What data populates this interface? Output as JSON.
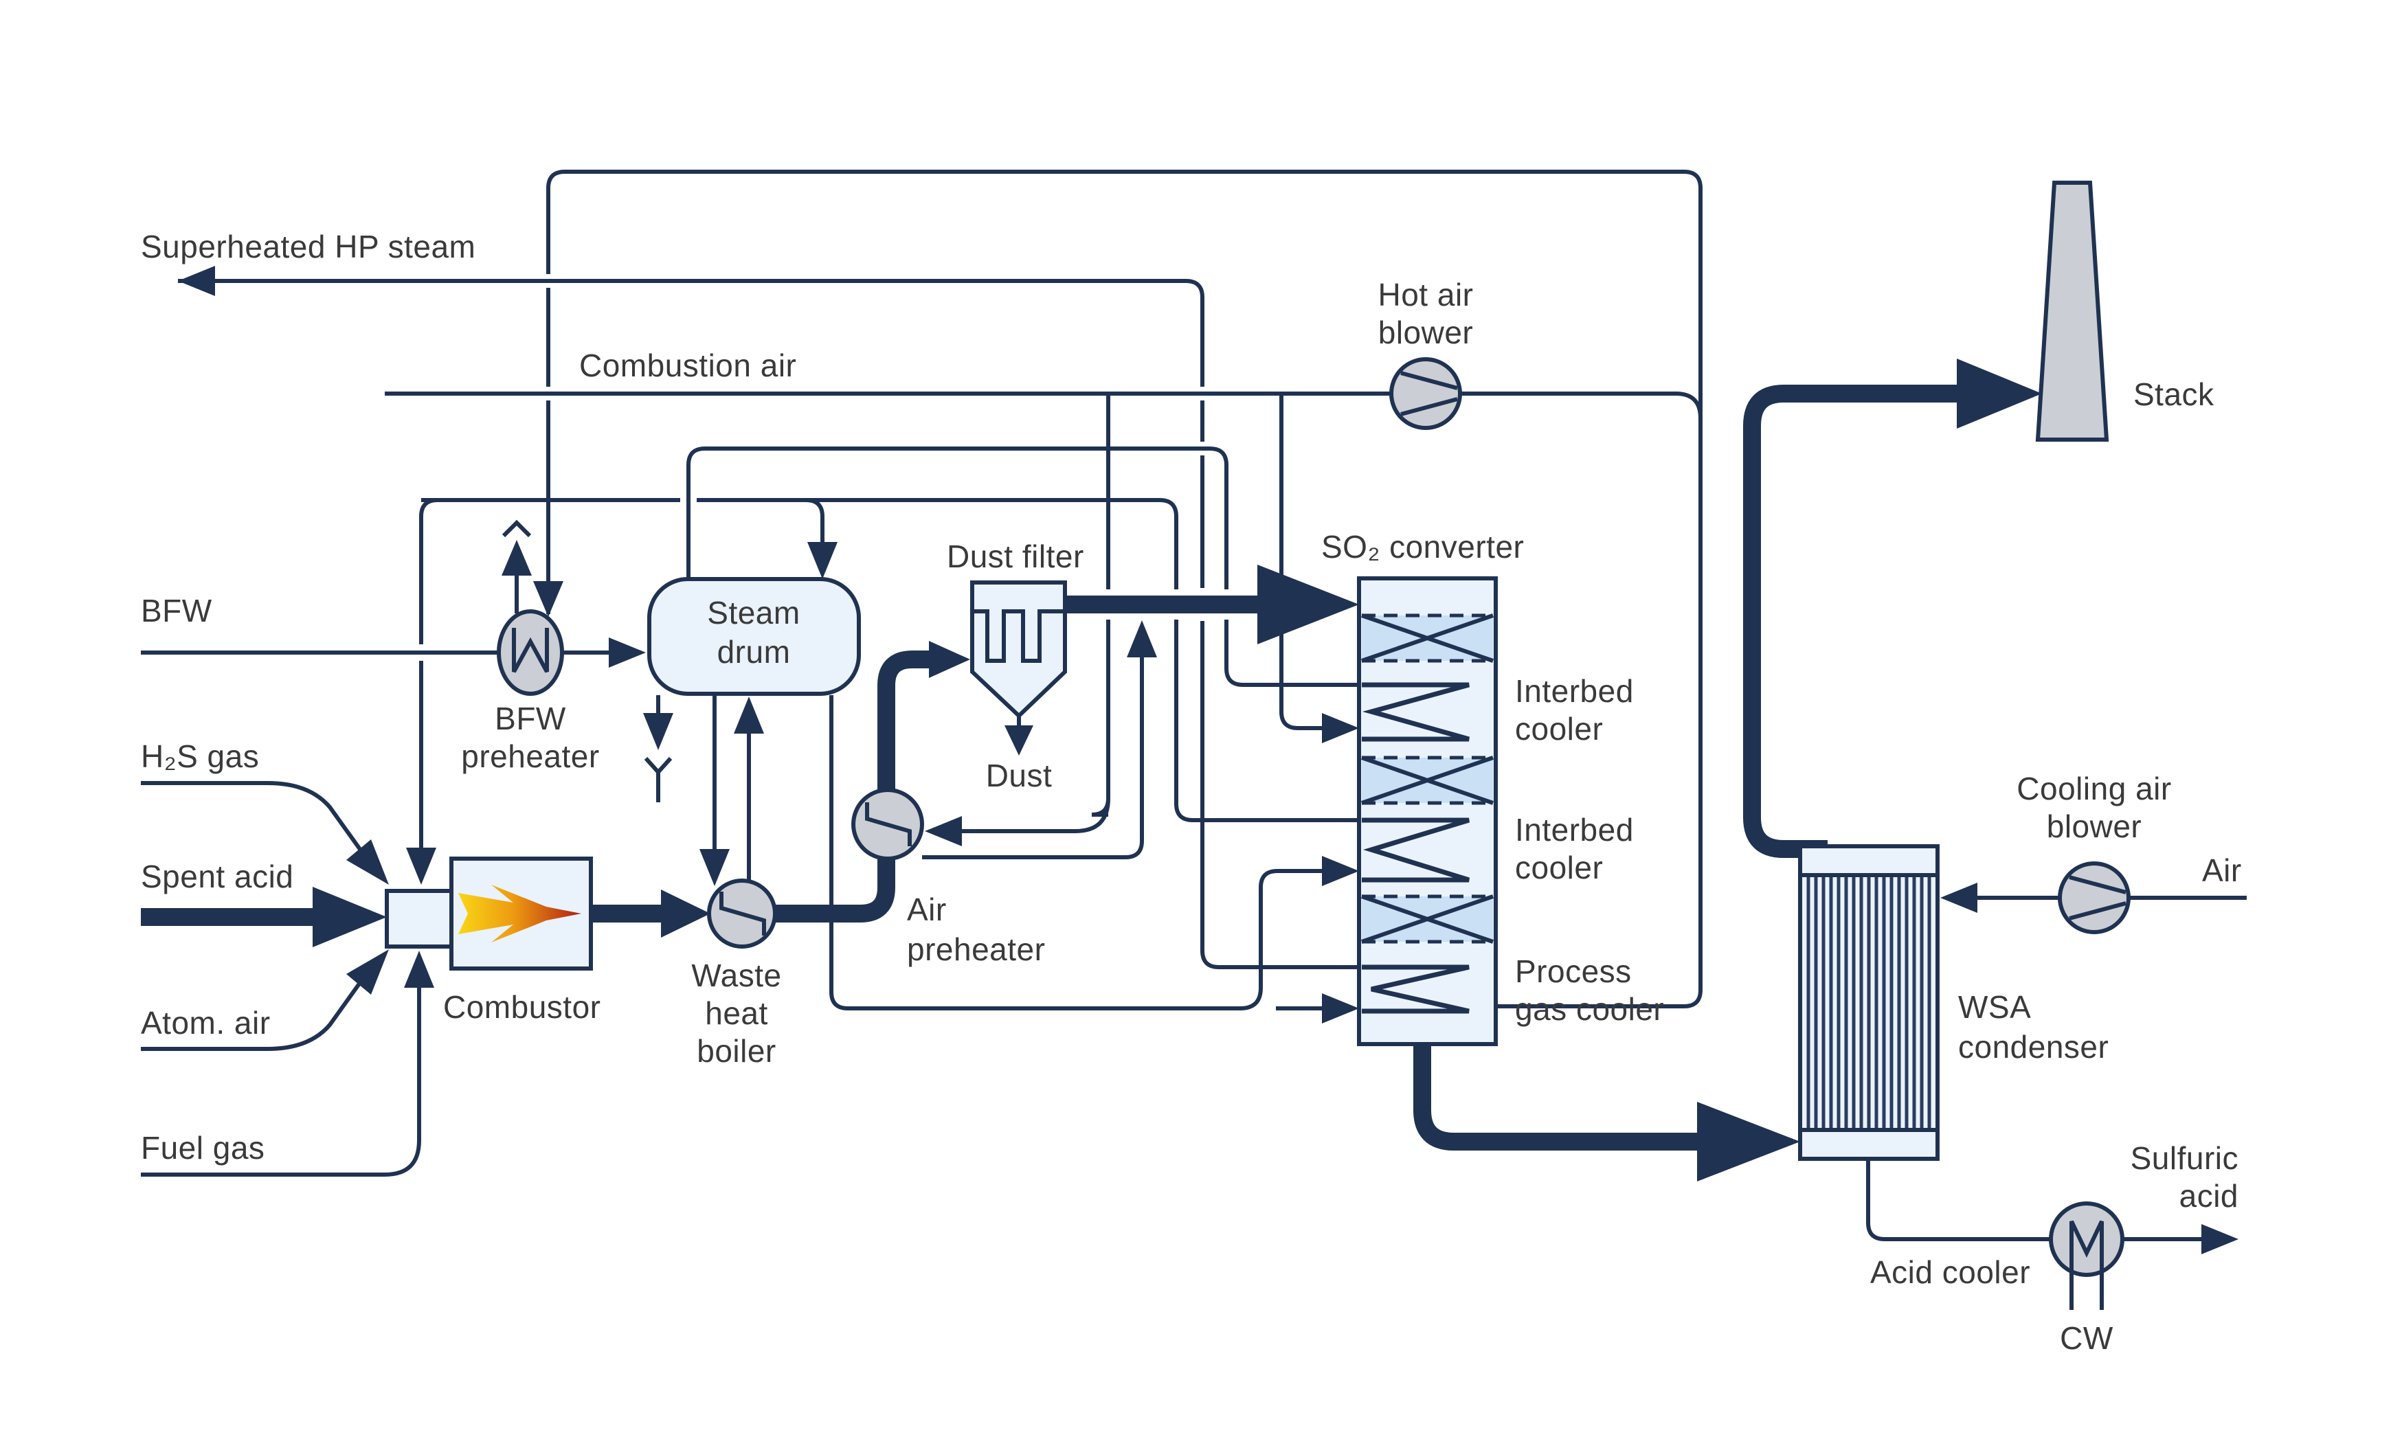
{
  "diagram_title": "WSA sulfuric acid process flow diagram",
  "labels": {
    "superheated_hp_steam": "Superheated HP steam",
    "combustion_air": "Combustion air",
    "hot_air_blower": [
      "Hot air",
      "blower"
    ],
    "stack": "Stack",
    "bfw": "BFW",
    "bfw_preheater": [
      "BFW",
      "preheater"
    ],
    "steam_drum": [
      "Steam",
      "drum"
    ],
    "dust_filter": "Dust filter",
    "dust": "Dust",
    "so2_converter": "SO₂ converter",
    "interbed_cooler_1": [
      "Interbed",
      "cooler"
    ],
    "interbed_cooler_2": [
      "Interbed",
      "cooler"
    ],
    "process_gas_cooler": [
      "Process",
      "gas cooler"
    ],
    "h2s_gas": "H₂S gas",
    "spent_acid": "Spent acid",
    "atom_air": "Atom. air",
    "fuel_gas": "Fuel gas",
    "combustor": "Combustor",
    "waste_heat_boiler": [
      "Waste",
      "heat",
      "boiler"
    ],
    "air_preheater": [
      "Air",
      "preheater"
    ],
    "cooling_air_blower": [
      "Cooling air",
      "blower"
    ],
    "air": "Air",
    "wsa_condenser": [
      "WSA",
      "condenser"
    ],
    "sulfuric_acid": [
      "Sulfuric",
      "acid"
    ],
    "acid_cooler": "Acid cooler",
    "cw": "CW"
  },
  "colors": {
    "line_navy": "#203251",
    "vessel_light_blue": "#EAF2FB",
    "catalyst_bed_blue": "#C9E0F5",
    "equipment_gray": "#CBCED4",
    "text": "#3A3A3A",
    "flame_yellow": "#F9D616",
    "flame_orange": "#ED9A11",
    "flame_red": "#B21E15"
  }
}
